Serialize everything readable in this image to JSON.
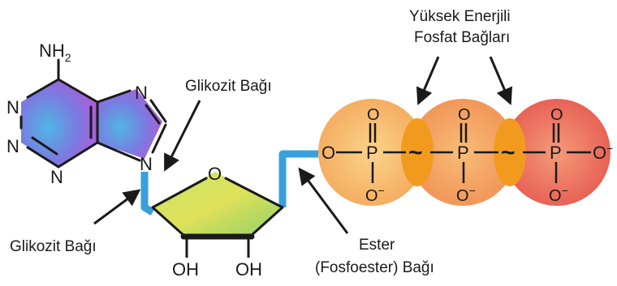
{
  "labels": {
    "glycosidic_top": "Glikozit Bağı",
    "glycosidic_bottom": "Glikozit Bağı",
    "high_energy_line1": "Yüksek Enerjili",
    "high_energy_line2": "Fosfat Bağları",
    "ester_line1": "Ester",
    "ester_line2": "(Fosfoester) Bağı"
  },
  "adenine": {
    "amine": "NH",
    "amine_sub": "2",
    "n1": "N",
    "n3": "N",
    "n7": "N",
    "n9": "N",
    "n_bottom": "N"
  },
  "ribose": {
    "ring_oxygen": "O",
    "oh_left": "OH",
    "oh_right": "OH"
  },
  "phosphates": {
    "o_link": "O",
    "p1": "P",
    "p2": "P",
    "p3": "P",
    "o1_top": "O",
    "o2_top": "O",
    "o3_top": "O",
    "o1_bottom": "O",
    "o2_bottom": "O",
    "o3_bottom": "O",
    "o_terminal": "O",
    "minus": "−",
    "tilde": "~"
  },
  "colors": {
    "bond_highlight": "#3aa0dc",
    "phosphate_fill": "#f7b267",
    "phosphate_end": "#ec6a5a",
    "high_energy": "#f29a1e"
  }
}
